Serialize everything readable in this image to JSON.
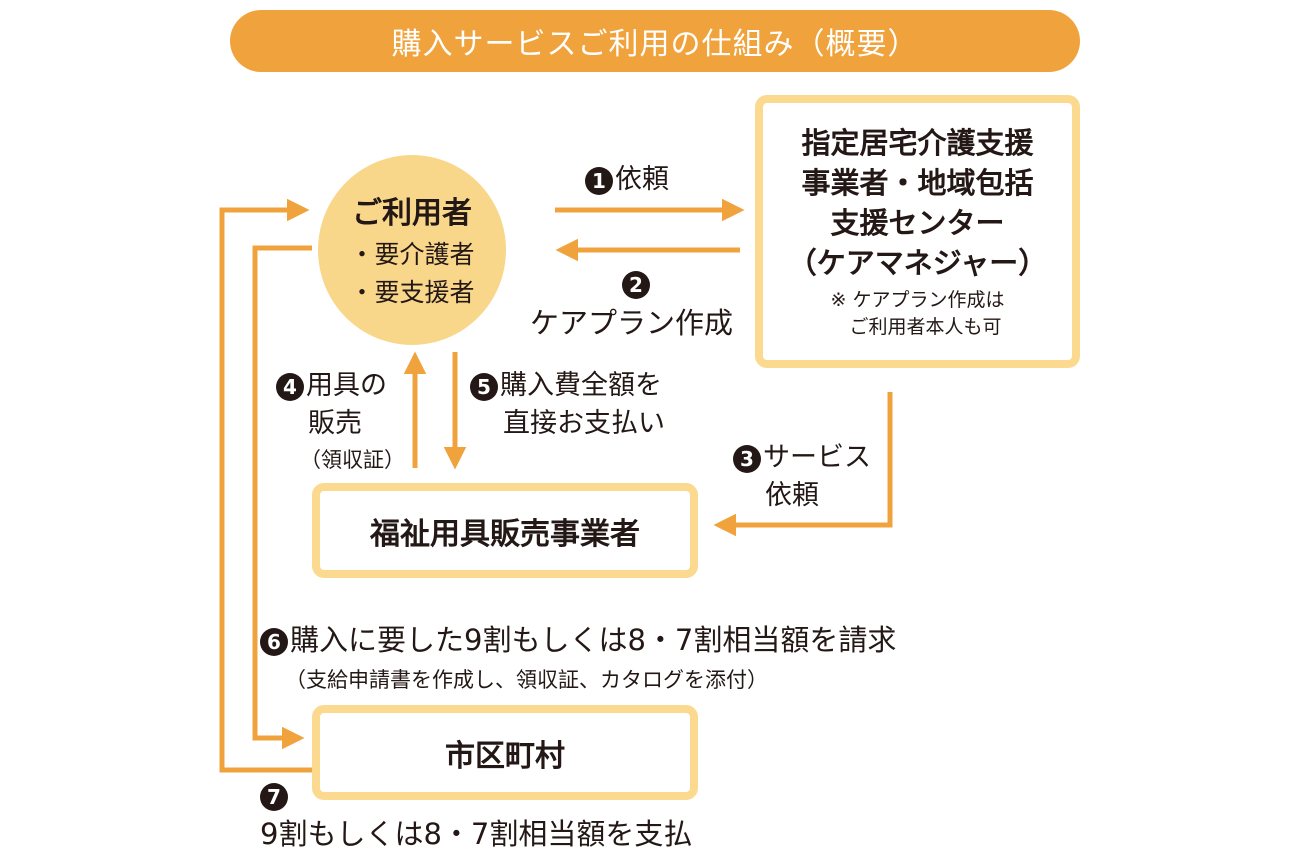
{
  "title": "購入サービスご利用の仕組み（概要）",
  "colors": {
    "accent": "#f0a33c",
    "circle": "#f9d78a",
    "box_border": "#fbd98e",
    "text": "#231815"
  },
  "user": {
    "title": "ご利用者",
    "items": [
      "・要介護者",
      "・要支援者"
    ]
  },
  "care_manager": {
    "lines": [
      "指定居宅介護支援",
      "事業者・地域包括",
      "支援センター",
      "（ケアマネジャー）"
    ],
    "note": [
      "※ ケアプラン作成は",
      "　ご利用者本人も可"
    ]
  },
  "welfare_vendor": "福祉用具販売事業者",
  "municipality": "市区町村",
  "steps": {
    "s1": {
      "num": "1",
      "text": "依頼"
    },
    "s2": {
      "num": "2",
      "text": "ケアプラン作成"
    },
    "s3": {
      "num": "3",
      "line1": "サービス",
      "line2": "依頼"
    },
    "s4": {
      "num": "4",
      "line1": "用具の",
      "line2": "販売",
      "line3": "（領収証）"
    },
    "s5": {
      "num": "5",
      "line1": "購入費全額を",
      "line2": "直接お支払い"
    },
    "s6": {
      "num": "6",
      "text": "購入に要した9割もしくは8・7割相当額を請求",
      "sub": "（支給申請書を作成し、領収証、カタログを添付）"
    },
    "s7": {
      "num": "7",
      "text": "9割もしくは8・7割相当額を支払"
    }
  }
}
